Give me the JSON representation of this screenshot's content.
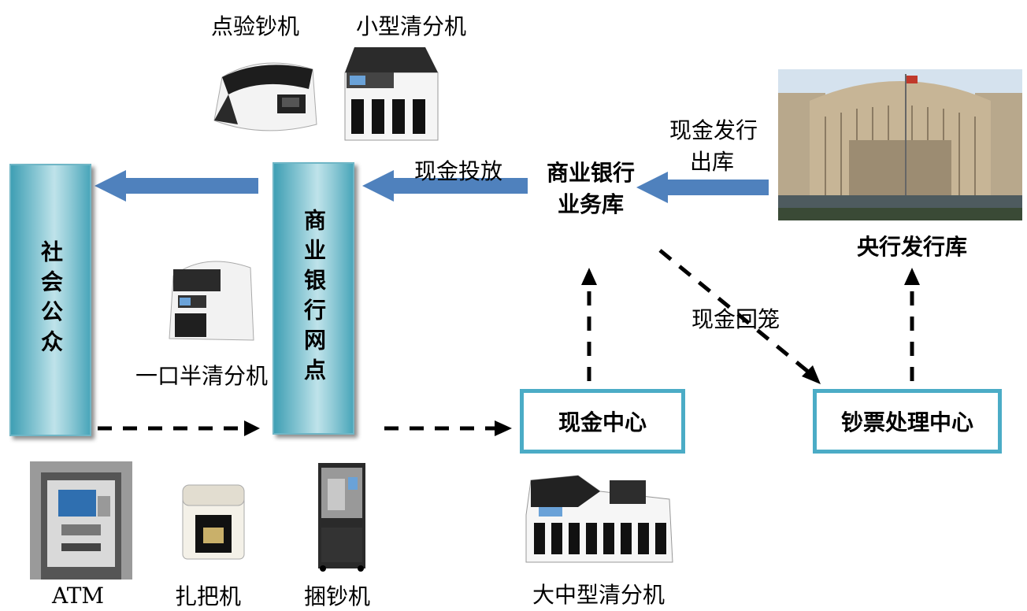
{
  "nodes": {
    "society": "社会公众",
    "branch": "商业银行网点",
    "bank_vault": "商业银行\n业务库",
    "bank_vault_line1": "商业银行",
    "bank_vault_line2": "业务库",
    "central_vault": "央行发行库",
    "cash_center": "现金中心",
    "processing_center": "钞票处理中心"
  },
  "edges": {
    "issue_out_line1": "现金发行",
    "issue_out_line2": "出库",
    "cash_deliver": "现金投放",
    "cash_return": "现金回笼"
  },
  "machines": {
    "counter": "点验钞机",
    "small_sorter": "小型清分机",
    "one_half_sorter": "一口半清分机",
    "atm": "ATM",
    "bundler": "扎把机",
    "strapper": "捆钞机",
    "large_sorter": "大中型清分机"
  },
  "colors": {
    "arrow_blue": "#4f81bd",
    "box_border": "#4bacc6",
    "column_gradient": "#8fcad6"
  }
}
